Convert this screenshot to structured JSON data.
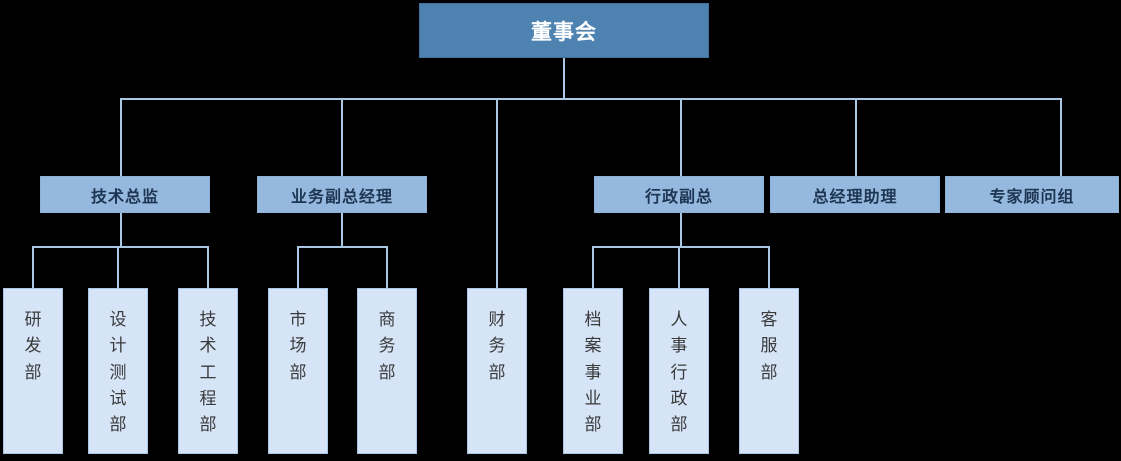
{
  "chart": {
    "title_text": "董事会",
    "colors": {
      "background": "#000000",
      "root_fill": "#4e82b0",
      "root_text": "#ffffff",
      "level2_fill": "#95b9de",
      "level2_text": "#1d3552",
      "leaf_fill": "#d5e4f7",
      "leaf_text": "#3a3a3a",
      "connector": "#aac7e4"
    },
    "root": {
      "label": "董事会"
    },
    "level2": [
      {
        "label": "技术总监"
      },
      {
        "label": "业务副总经理"
      },
      {
        "label": "行政副总"
      },
      {
        "label": "总经理助理"
      },
      {
        "label": "专家顾问组"
      }
    ],
    "leaves": [
      {
        "label": "研发部",
        "parent": "技术总监"
      },
      {
        "label": "设计测试部",
        "parent": "技术总监"
      },
      {
        "label": "技术工程部",
        "parent": "技术总监"
      },
      {
        "label": "市场部",
        "parent": "业务副总经理"
      },
      {
        "label": "商务部",
        "parent": "业务副总经理"
      },
      {
        "label": "财务部",
        "parent": "董事会"
      },
      {
        "label": "档案事业部",
        "parent": "行政副总"
      },
      {
        "label": "人事行政部",
        "parent": "行政副总"
      },
      {
        "label": "客服部",
        "parent": "行政副总"
      }
    ]
  }
}
